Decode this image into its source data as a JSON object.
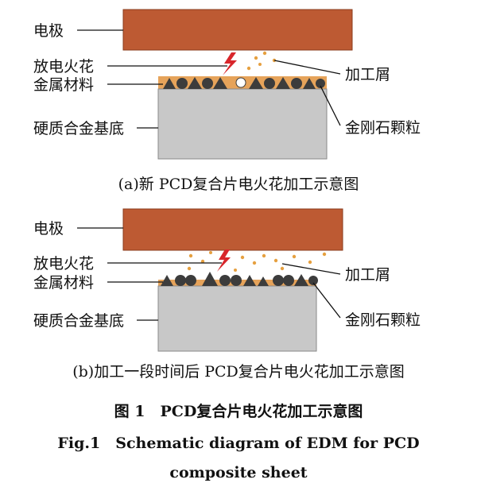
{
  "colors": {
    "electrode": "#bd5a33",
    "electrode_edge": "#8a3c1e",
    "metal_binder": "#e6a35a",
    "substrate": "#c8c8c8",
    "substrate_edge": "#8a8a8a",
    "diamond": "#3c3c3c",
    "spark": "#d8262b",
    "debris": "#e6a040",
    "text": "#111111"
  },
  "panel_a": {
    "electrode_label": "电极",
    "spark_label": "放电火花",
    "metal_label": "金属材料",
    "substrate_label": "硬质合金基底",
    "debris_label": "加工屑",
    "diamond_label": "金刚石颗粒",
    "caption": "(a)新 PCD复合片电火花加工示意图"
  },
  "panel_b": {
    "electrode_label": "电极",
    "spark_label": "放电火花",
    "metal_label": "金属材料",
    "substrate_label": "硬质合金基底",
    "debris_label": "加工屑",
    "diamond_label": "金刚石颗粒",
    "caption": "(b)加工一段时间后 PCD复合片电火花加工示意图"
  },
  "figure": {
    "title_cn": "图 1　PCD复合片电火花加工示意图",
    "title_en_line1": "Fig.1　Schematic diagram of EDM for PCD",
    "title_en_line2": "composite sheet"
  }
}
